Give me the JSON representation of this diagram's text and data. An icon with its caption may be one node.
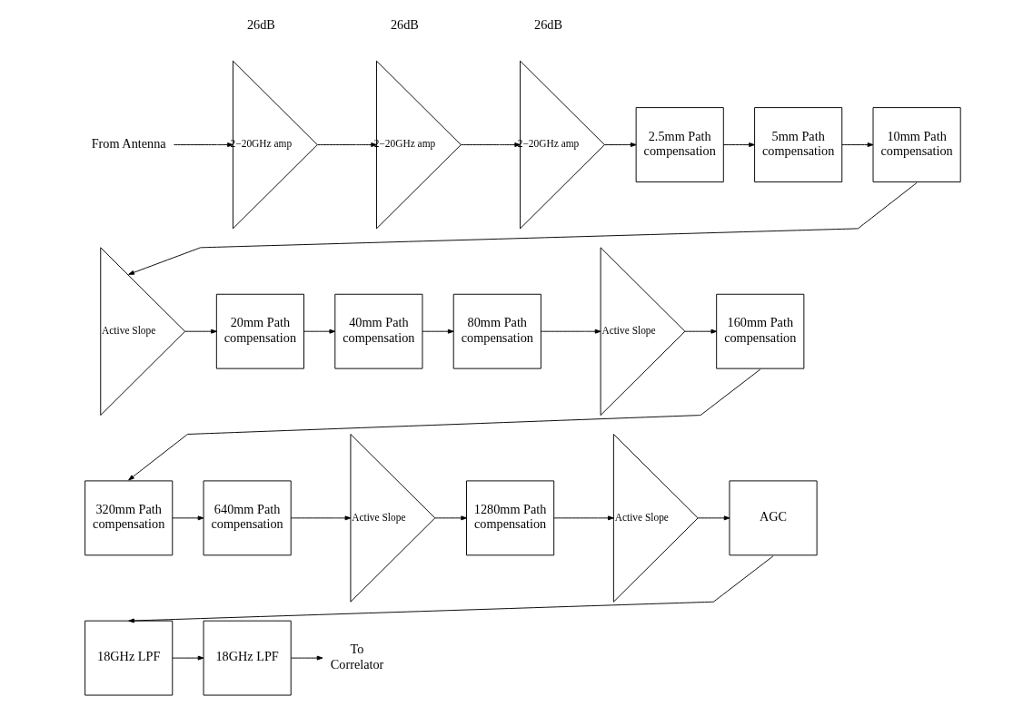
{
  "diagram": {
    "nodes": [
      {
        "text": [
          "From Antenna"
        ]
      },
      {
        "text": [
          "2−20GHz amp"
        ],
        "beside": [
          "26dB"
        ]
      },
      {
        "text": [
          "2−20GHz amp"
        ],
        "beside": [
          "26dB"
        ]
      },
      {
        "text": [
          "2−20GHz amp"
        ],
        "beside": [
          "26dB"
        ]
      },
      {
        "text": [
          "2.5mm Path compensation"
        ]
      },
      {
        "text": [
          "5mm Path compensation"
        ]
      },
      {
        "text": [
          "10mm Path compensation"
        ]
      },
      {
        "text": [
          "Active Slope"
        ]
      },
      {
        "text": [
          "20mm Path compensation"
        ]
      },
      {
        "text": [
          "40mm Path compensation"
        ]
      },
      {
        "text": [
          "80mm Path compensation"
        ]
      },
      {
        "text": [
          "Active Slope"
        ]
      },
      {
        "text": [
          "160mm Path compensation"
        ]
      },
      {
        "text": [
          "320mm Path compensation"
        ]
      },
      {
        "text": [
          "640mm Path compensation"
        ]
      },
      {
        "text": [
          "Active Slope"
        ]
      },
      {
        "text": [
          "1280mm Path compensation"
        ]
      },
      {
        "text": [
          "Active Slope"
        ]
      },
      {
        "text": [
          "AGC"
        ]
      },
      {
        "text": [
          "18GHz LPF"
        ]
      },
      {
        "text": [
          "18GHz LPF"
        ]
      },
      {
        "text": [
          "To Correlator"
        ]
      }
    ],
    "edges": [
      {
        "from": 0,
        "to": 1,
        "arrow": "to"
      },
      {
        "from": 1,
        "to": 2,
        "arrow": "to"
      },
      {
        "from": 2,
        "to": 3,
        "arrow": "to"
      },
      {
        "from": 3,
        "to": 4,
        "arrow": "to"
      },
      {
        "from": 4,
        "to": 5,
        "arrow": "to"
      },
      {
        "from": 5,
        "to": 6,
        "arrow": "to"
      },
      {
        "from": 6,
        "to": 7,
        "arrow": "to"
      },
      {
        "from": 7,
        "to": 8,
        "arrow": "to"
      },
      {
        "from": 8,
        "to": 9,
        "arrow": "to"
      },
      {
        "from": 9,
        "to": 10,
        "arrow": "to"
      },
      {
        "from": 10,
        "to": 11,
        "arrow": "to"
      },
      {
        "from": 11,
        "to": 12,
        "arrow": "to"
      },
      {
        "from": 12,
        "to": 13,
        "arrow": "to"
      },
      {
        "from": 13,
        "to": 14,
        "arrow": "to"
      },
      {
        "from": 14,
        "to": 15,
        "arrow": "to"
      },
      {
        "from": 15,
        "to": 16,
        "arrow": "to"
      },
      {
        "from": 16,
        "to": 17,
        "arrow": "to"
      },
      {
        "from": 17,
        "to": 18,
        "arrow": "to"
      },
      {
        "from": 18,
        "to": 19,
        "arrow": "to"
      },
      {
        "from": 19,
        "to": 20,
        "arrow": "to"
      },
      {
        "from": 20,
        "to": 21,
        "arrow": "to"
      }
    ]
  }
}
